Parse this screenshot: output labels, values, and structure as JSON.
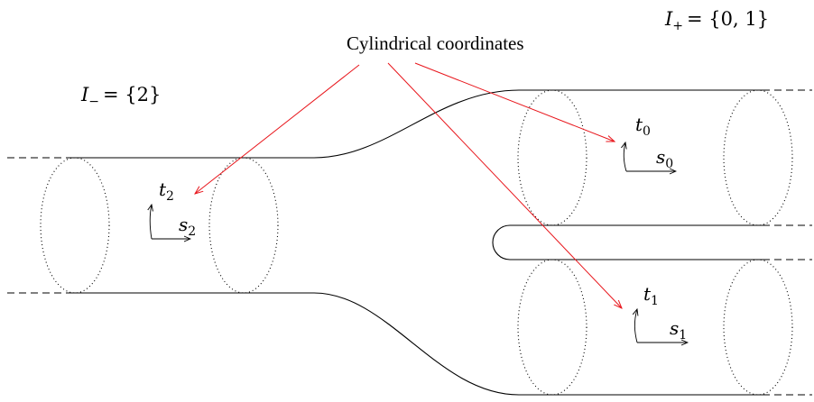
{
  "diagram": {
    "annotation": "Cylindrical coordinates",
    "set_plus": {
      "name": "I",
      "sub": "+",
      "rhs": "= {0, 1}"
    },
    "set_minus": {
      "name": "I",
      "sub": "−",
      "rhs": "= {2}"
    },
    "coords": [
      {
        "t": "t",
        "t_sub": "0",
        "s": "s",
        "s_sub": "0"
      },
      {
        "t": "t",
        "t_sub": "1",
        "s": "s",
        "s_sub": "1"
      },
      {
        "t": "t",
        "t_sub": "2",
        "s": "s",
        "s_sub": "2"
      }
    ],
    "colors": {
      "outline": "#000000",
      "arrow": "#e8151b",
      "ellipse": "#000000"
    }
  }
}
